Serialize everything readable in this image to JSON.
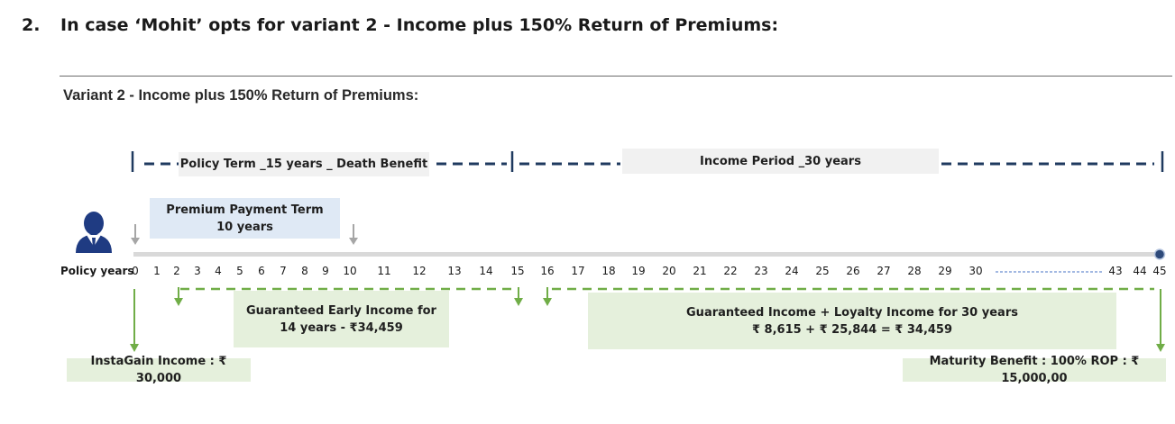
{
  "heading": {
    "number": "2.",
    "text": "In case ‘Mohit’ opts for variant 2 - Income plus 150% Return of Premiums:"
  },
  "subheading": "Variant 2 - Income plus 150% Return of Premiums:",
  "policy_term_label": "Policy Term _15 years _ Death Benefit",
  "income_period_label": "Income Period _30 years",
  "premium_payment_term": {
    "line1": "Premium Payment Term",
    "line2": "10 years"
  },
  "policy_years_label": "Policy years",
  "timeline_ticks": [
    "0",
    "1",
    "2",
    "3",
    "4",
    "5",
    "6",
    "7",
    "8",
    "9",
    "10",
    "11",
    "12",
    "13",
    "14",
    "15",
    "16",
    "17",
    "18",
    "19",
    "20",
    "21",
    "22",
    "23",
    "24",
    "25",
    "26",
    "27",
    "28",
    "29",
    "30",
    "43",
    "44",
    "45"
  ],
  "early_income": {
    "line1": "Guaranteed Early Income for",
    "line2": "14 years - ₹34,459"
  },
  "guaranteed_income": {
    "line1": "Guaranteed Income + Loyalty Income for 30 years",
    "line2": "₹ 8,615 + ₹ 25,844 = ₹ 34,459"
  },
  "instagain": "InstaGain Income : ₹  30,000",
  "maturity": "Maturity Benefit : 100% ROP : ₹ 15,000,00",
  "colors": {
    "navy": "#1f3a5f",
    "green": "#70ad47",
    "gray_arrow": "#a6a6a6",
    "timeline": "#d9d9d9",
    "dot": "#2e4a7a"
  }
}
